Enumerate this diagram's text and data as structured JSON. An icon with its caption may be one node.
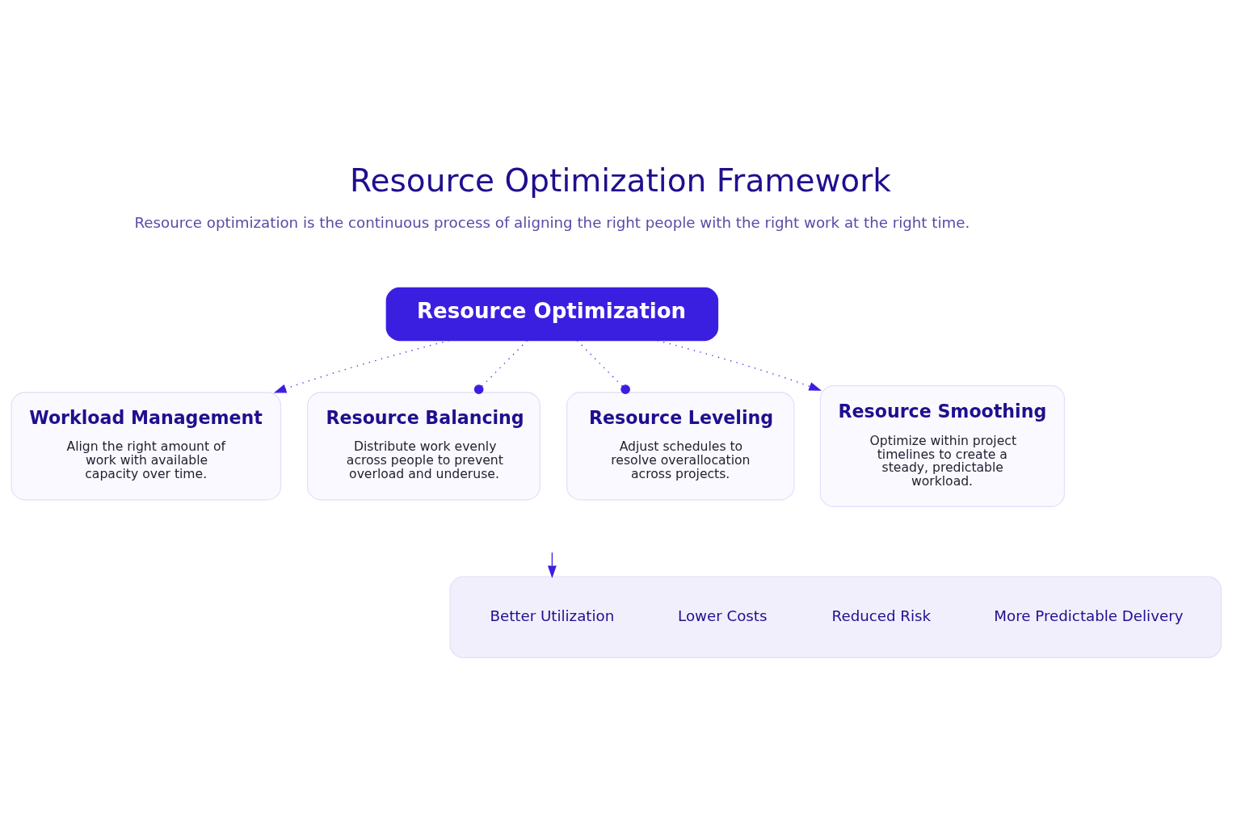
{
  "diagram": {
    "title": "Resource Optimization Framework",
    "nodes": [
      {
        "text": [
          "Resource Optimization"
        ]
      },
      {
        "text": [
          "Workload Management",
          "Align the right amount of work with available capacity over time."
        ]
      },
      {
        "text": [
          "Resource Balancing",
          "Distribute work evenly across people to prevent overload and underuse."
        ]
      },
      {
        "text": [
          "Resource Leveling",
          "Adjust schedules to resolve overallocation across projects."
        ]
      },
      {
        "text": [
          "Resource Smoothing",
          "Optimize within project timelines to create a steady, predictable workload."
        ]
      },
      {
        "text": [],
        "shape": "box"
      },
      {
        "text": [
          "Better Utilization"
        ],
        "in": 5
      },
      {
        "text": [
          "Lower Costs"
        ],
        "in": 5
      },
      {
        "text": [
          "Reduced Risk"
        ],
        "in": 5
      },
      {
        "text": [
          "More Predictable Delivery"
        ],
        "in": 5
      }
    ],
    "edges": [
      {
        "from": 0,
        "to": 1,
        "arrow": "to",
        "style": "dashed"
      },
      {
        "from": 0,
        "to": 2,
        "arrow": "other",
        "style": "dashed"
      },
      {
        "from": 0,
        "to": 3,
        "arrow": "other",
        "style": "dashed"
      },
      {
        "from": 0,
        "to": 4,
        "arrow": "to",
        "style": "dashed"
      },
      {
        "from": null,
        "to": 5,
        "arrow": "to"
      }
    ],
    "labels": [
      "Resource optimization is the continuous process of aligning the right people with the right work at the right time."
    ]
  }
}
